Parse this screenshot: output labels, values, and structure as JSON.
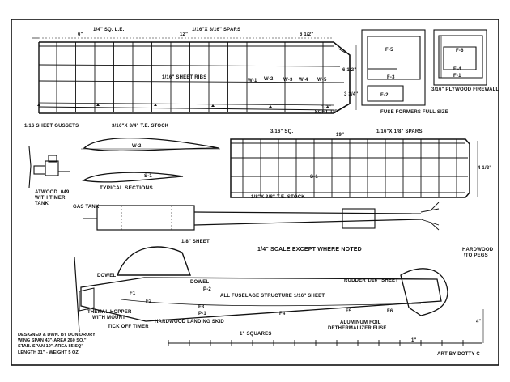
{
  "wing": {
    "le": "1/4\" SQ. L.E.",
    "spars": "1/16\"X 3/16\" SPARS",
    "dim_6": "6\"",
    "dim_12": "12\"",
    "dim_6_5": "6 1/2\"",
    "dim_6_5_right": "6 1/2\"",
    "dim_3_75": "3 3/4\"",
    "ribs": "1/16\" SHEET RIBS",
    "w1": "W-1",
    "w2": "W-2",
    "w3": "W-3",
    "w4": "W-4",
    "w5": "W-5",
    "tip": "1/2\" SOFT TIP",
    "gussets": "1/16 SHEET GUSSETS",
    "te": "3/16\"X 3/4\" T.E. STOCK"
  },
  "formers": {
    "f5": "F-5",
    "f3": "F-3",
    "f2": "F-2",
    "f6": "F-6",
    "f4": "F-4",
    "f1": "F-1",
    "firewall": "3/16\" PLYWOOD FIREWALL",
    "caption": "FUSE FORMERS FULL SIZE"
  },
  "sections": {
    "w2": "W-2",
    "s1": "S-1",
    "caption": "TYPICAL SECTIONS"
  },
  "engine": {
    "line1": "ATWOOD .049",
    "line2": "WITH TIMER",
    "line3": "TANK"
  },
  "stab": {
    "le": "3/16\" SQ.",
    "spars": "1/16\"X 1/8\" SPARS",
    "dim_19": "19\"",
    "dim_4_5": "4 1/2\"",
    "s1": "S-1",
    "te": "1/8\"X 3/8\" T.E. STOCK"
  },
  "top_view": {
    "gas_tank": "GAS TANK",
    "sheet": "1/8\" SHEET"
  },
  "scale_note": "1/4\" SCALE EXCEPT WHERE NOTED",
  "pegs": {
    "line1": "HARDWOOD",
    "line2": "\\TO PEGS"
  },
  "side_view": {
    "dowel_left": "DOWEL",
    "dowel_right": "DOWEL",
    "p2": "P-2",
    "structure": "ALL FUSELAGE STRUCTURE 1/16\" SHEET",
    "rudder": "RUDDER 1/16\" SHEET",
    "hopper1": "THEMAL HOPPER",
    "hopper2": "WITH MOUNT",
    "timer": "TICK OFF TIMER",
    "skid": "HARDWOOD LANDING SKID",
    "f1": "F1",
    "f2": "F2",
    "f3": "F3",
    "f4": "F4",
    "f5": "F5",
    "f6": "F6",
    "p1": "P-1",
    "squares": "1\" SQUARES",
    "foil": "ALUMINUM FOIL",
    "fuse": "DETHERMALIZER FUSE",
    "dim_4": "4\"",
    "dim_1": "1\""
  },
  "credits": {
    "line1": "DESIGNED & DWN. BY DON DRURY",
    "line2": "WING SPAN 43\"-AREA 260 SQ.\"",
    "line3": "STAB. SPAN 19\"-AREA 85 SQ\"",
    "line4": "LENGTH 31\" - WEIGHT 5 OZ."
  },
  "artist": "ART BY DOTTY C"
}
